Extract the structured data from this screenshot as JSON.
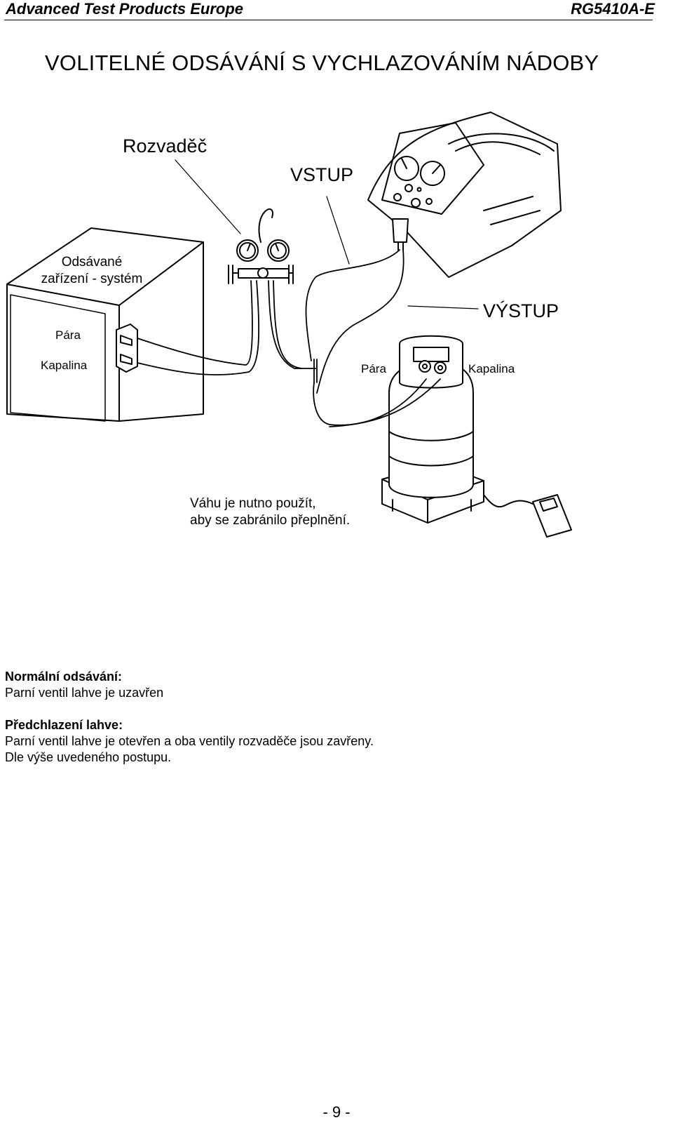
{
  "header": {
    "left": "Advanced Test Products Europe",
    "right": "RG5410A-E"
  },
  "title": "VOLITELNÉ ODSÁVÁNÍ S VYCHLAZOVÁNÍM NÁDOBY",
  "diagram": {
    "labels": {
      "manifold": "Rozvaděč",
      "inlet": "VSTUP",
      "outlet": "VÝSTUP",
      "system_line1": "Odsávané",
      "system_line2": "zařízení - systém",
      "vapor_left": "Pára",
      "liquid_left": "Kapalina",
      "vapor_right": "Pára",
      "liquid_right": "Kapalina",
      "scale_note_line1": "Váhu je nutno použít,",
      "scale_note_line2": "aby se zabránilo přeplnění."
    }
  },
  "sections": [
    {
      "title": "Normální odsávání:",
      "lines": [
        "Parní ventil lahve je uzavřen"
      ]
    },
    {
      "title": "Předchlazení lahve:",
      "lines": [
        "Parní ventil lahve je otevřen a oba ventily rozvaděče jsou zavřeny.",
        "Dle výše uvedeného postupu."
      ]
    }
  ],
  "footer": {
    "page": "- 9 -"
  }
}
